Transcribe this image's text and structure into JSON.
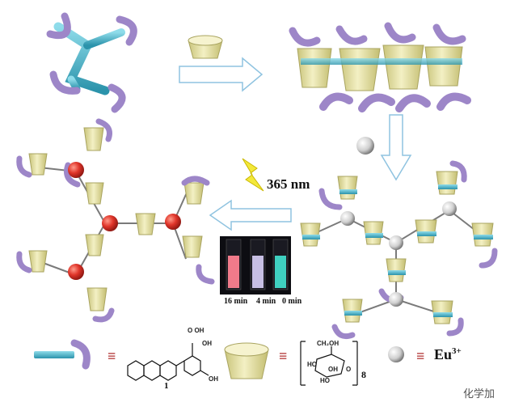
{
  "wavelength_label": "365 nm",
  "time_labels": [
    "16 min",
    "4 min",
    "0 min"
  ],
  "legend": {
    "equals_sign": "≡",
    "compound_number": "1",
    "cyclodextrin_count": "8",
    "metal_ion": "Eu",
    "metal_charge": "3+"
  },
  "chem_labels": {
    "cooh_top": "O OH",
    "oh_top": "OH",
    "cooh_bottom": "OH",
    "ch2oh": "CH₂OH",
    "oh_left": "HO",
    "oh_ring": "OH",
    "o_ring": "O",
    "ho_ring": "HO"
  },
  "watermark": "化学加",
  "colors": {
    "purple": "#9d86c8",
    "cyan": "#46b9cf",
    "cd_yellow": "#e8e4a8",
    "red": "#d8332a",
    "arrow": "#8fc3e0",
    "text_red": "#b03030"
  }
}
